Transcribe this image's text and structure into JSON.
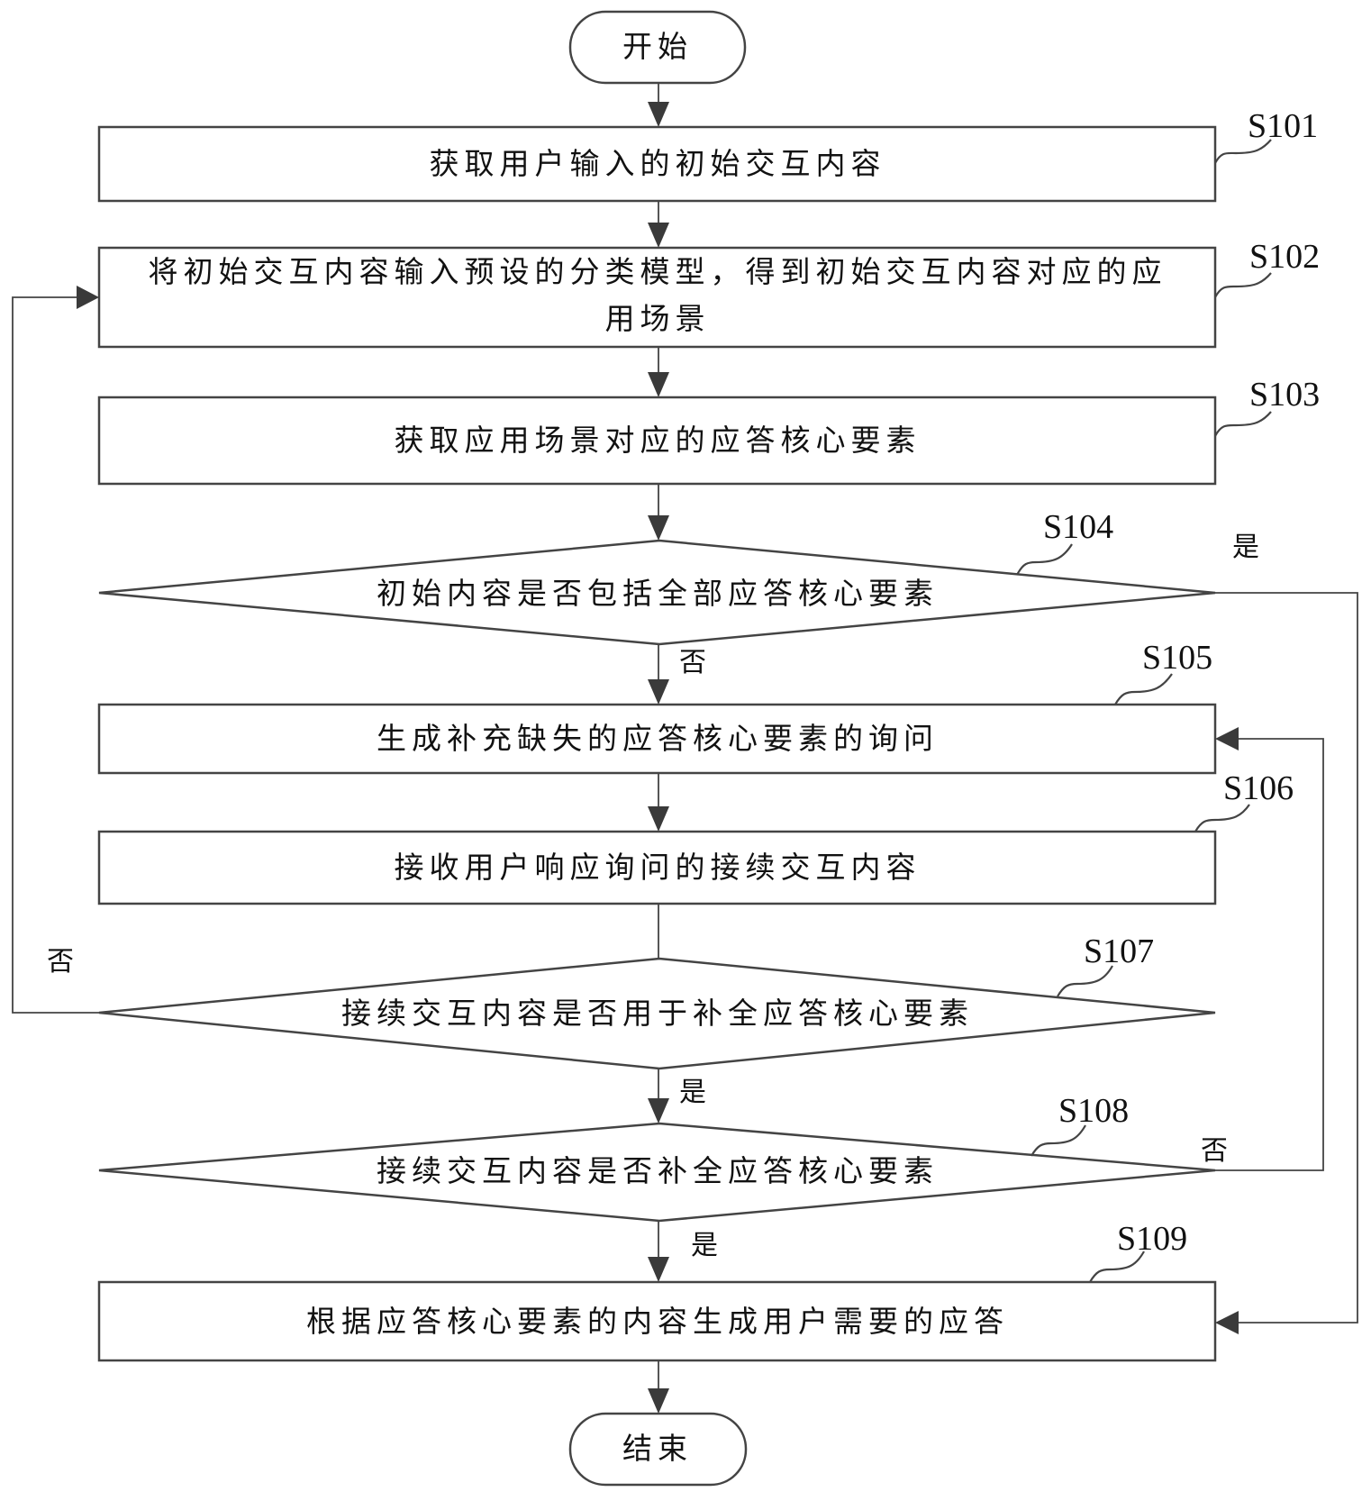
{
  "title": "应答生成流程图",
  "terminals": {
    "start": "开始",
    "end": "结束"
  },
  "steps": {
    "S101": {
      "id": "S101",
      "type": "process",
      "lines": [
        "获取用户输入的初始交互内容"
      ]
    },
    "S102": {
      "id": "S102",
      "type": "process",
      "lines": [
        "将初始交互内容输入预设的分类模型，得到初始交互内容对应的应",
        "用场景"
      ]
    },
    "S103": {
      "id": "S103",
      "type": "process",
      "lines": [
        "获取应用场景对应的应答核心要素"
      ]
    },
    "S104": {
      "id": "S104",
      "type": "decision",
      "lines": [
        "初始内容是否包括全部应答核心要素"
      ]
    },
    "S105": {
      "id": "S105",
      "type": "process",
      "lines": [
        "生成补充缺失的应答核心要素的询问"
      ]
    },
    "S106": {
      "id": "S106",
      "type": "process",
      "lines": [
        "接收用户响应询问的接续交互内容"
      ]
    },
    "S107": {
      "id": "S107",
      "type": "decision",
      "lines": [
        "接续交互内容是否用于补全应答核心要素"
      ]
    },
    "S108": {
      "id": "S108",
      "type": "decision",
      "lines": [
        "接续交互内容是否补全应答核心要素"
      ]
    },
    "S109": {
      "id": "S109",
      "type": "process",
      "lines": [
        "根据应答核心要素的内容生成用户需要的应答"
      ]
    }
  },
  "branches": {
    "S104_yes": "是",
    "S104_no": "否",
    "S107_yes": "是",
    "S107_no": "否",
    "S108_yes": "是",
    "S108_no": "否"
  },
  "edges": [
    {
      "from": "start",
      "to": "S101"
    },
    {
      "from": "S101",
      "to": "S102"
    },
    {
      "from": "S102",
      "to": "S103"
    },
    {
      "from": "S103",
      "to": "S104"
    },
    {
      "from": "S104",
      "to": "S105",
      "label": "否"
    },
    {
      "from": "S104",
      "to": "S109",
      "label": "是"
    },
    {
      "from": "S105",
      "to": "S106"
    },
    {
      "from": "S106",
      "to": "S107"
    },
    {
      "from": "S107",
      "to": "S108",
      "label": "是"
    },
    {
      "from": "S107",
      "to": "S102",
      "label": "否"
    },
    {
      "from": "S108",
      "to": "S109",
      "label": "是"
    },
    {
      "from": "S108",
      "to": "S105",
      "label": "否"
    }
  ]
}
